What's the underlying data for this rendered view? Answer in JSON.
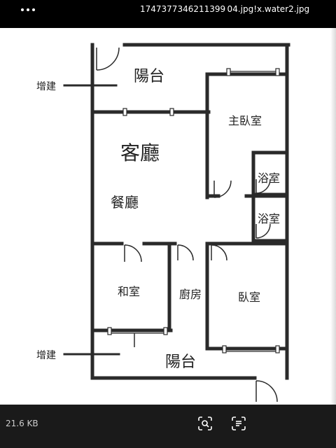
{
  "header": {
    "filename": "1747377346211399 04.jpg!x.water2.jpg",
    "menu_icon": "more-horizontal-icon"
  },
  "floorplan": {
    "labels": {
      "balcony_top": "陽台",
      "living_room": "客廳",
      "dining_room": "餐廳",
      "master_bedroom": "主臥室",
      "bathroom_1": "浴室",
      "bathroom_2": "浴室",
      "japanese_room": "和室",
      "kitchen": "廚房",
      "bedroom": "臥室",
      "balcony_bottom": "陽台",
      "extension_top": "增建",
      "extension_bottom": "增建"
    }
  },
  "footer": {
    "file_size": "21.6 KB",
    "lens_icon": "visual-search-icon",
    "text_icon": "text-recognition-icon"
  }
}
